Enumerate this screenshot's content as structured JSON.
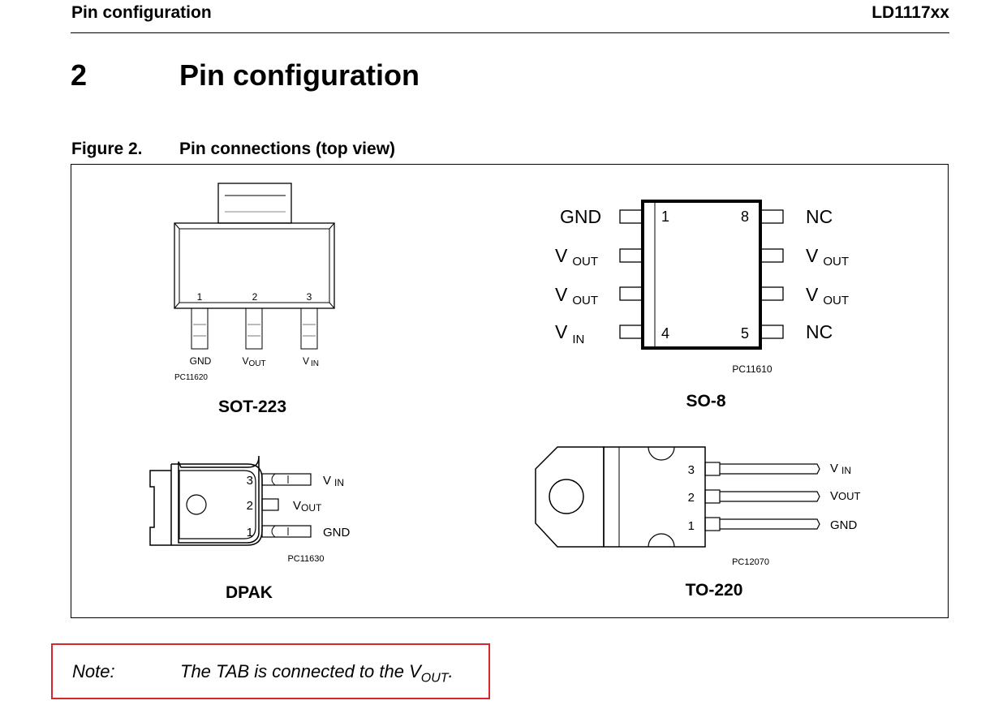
{
  "header": {
    "section": "Pin configuration",
    "part_number": "LD1117xx"
  },
  "section": {
    "number": "2",
    "title": "Pin configuration"
  },
  "figure": {
    "label": "Figure 2.",
    "title": "Pin connections (top view)",
    "packages": {
      "sot223": {
        "name": "SOT-223",
        "code": "PC11620",
        "pin_numbers": [
          "1",
          "2",
          "3"
        ],
        "pin_labels": {
          "gnd": "GND",
          "vout_main": "V",
          "vout_sub": "OUT",
          "vin_main": "V",
          "vin_sub": "IN"
        }
      },
      "so8": {
        "name": "SO-8",
        "code": "PC11610",
        "left_pins": [
          {
            "label": "GND",
            "sub": "",
            "number": "1"
          },
          {
            "label": "V",
            "sub": "OUT",
            "number": ""
          },
          {
            "label": "V",
            "sub": "OUT",
            "number": ""
          },
          {
            "label": "V",
            "sub": "IN",
            "number": "4"
          }
        ],
        "right_pins": [
          {
            "label": "NC",
            "sub": "",
            "number": "8"
          },
          {
            "label": "V",
            "sub": "OUT",
            "number": ""
          },
          {
            "label": "V",
            "sub": "OUT",
            "number": ""
          },
          {
            "label": "NC",
            "sub": "",
            "number": "5"
          }
        ]
      },
      "dpak": {
        "name": "DPAK",
        "code": "PC11630",
        "pins": [
          {
            "number": "3",
            "label": "V",
            "sub": "IN"
          },
          {
            "number": "2",
            "label": "V",
            "sub": "OUT"
          },
          {
            "number": "1",
            "label": "GND",
            "sub": ""
          }
        ]
      },
      "to220": {
        "name": "TO-220",
        "code": "PC12070",
        "pins": [
          {
            "number": "3",
            "label": "V",
            "sub": "IN"
          },
          {
            "number": "2",
            "label": "V",
            "sub": "OUT"
          },
          {
            "number": "1",
            "label": "GND",
            "sub": ""
          }
        ]
      }
    }
  },
  "note": {
    "label": "Note:",
    "text": "The TAB is connected to the V",
    "sub": "OUT",
    "suffix": "."
  }
}
